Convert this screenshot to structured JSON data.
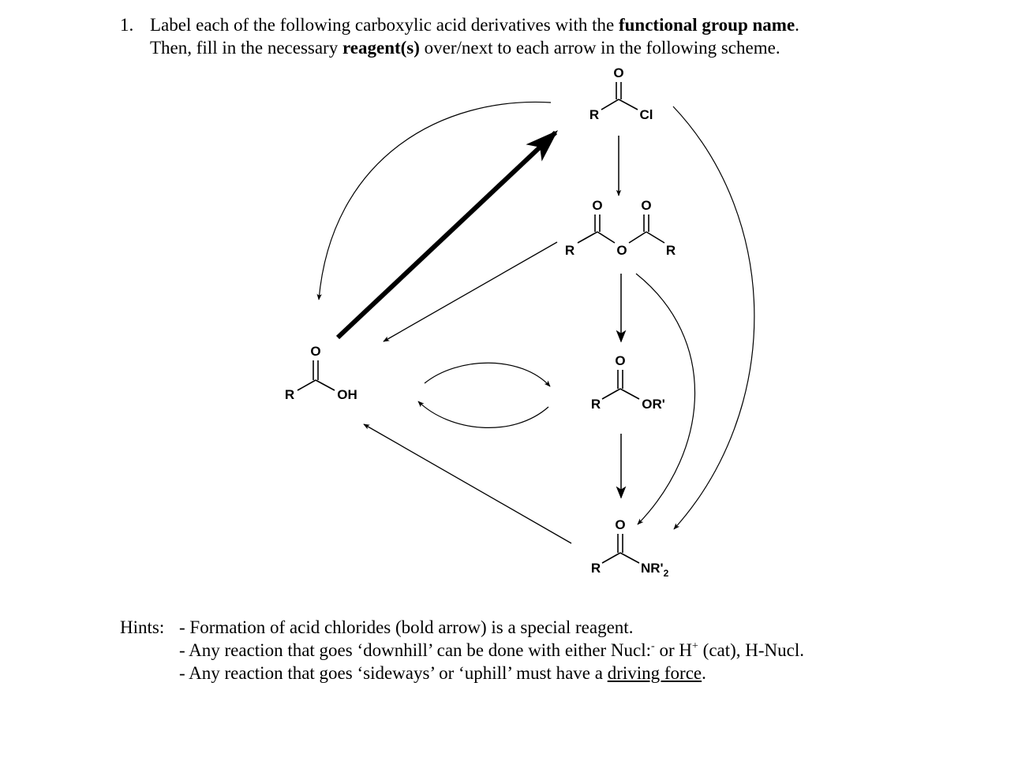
{
  "question": {
    "number": "1.",
    "line1_pre": "Label each of the following carboxylic acid derivatives with the ",
    "line1_bold": "functional group name",
    "line1_post": ".",
    "line2_pre": "Then, fill in the necessary ",
    "line2_bold": "reagent(s)",
    "line2_post": " over/next to each arrow in the following scheme."
  },
  "structures": {
    "acid_chloride": {
      "r": "R",
      "o": "O",
      "x": "Cl"
    },
    "anhydride": {
      "r1": "R",
      "o1": "O",
      "o_bridge": "O",
      "o2": "O",
      "r2": "R"
    },
    "carboxylic_acid": {
      "r": "R",
      "o": "O",
      "x": "OH"
    },
    "ester": {
      "r": "R",
      "o": "O",
      "x": "OR'"
    },
    "amide": {
      "r": "R",
      "o": "O",
      "x": "NR'",
      "sub": "2"
    }
  },
  "hints": {
    "label": "Hints:",
    "h1": "- Formation of acid chlorides (bold arrow) is a special reagent.",
    "h2_pre": "- Any reaction that goes ‘downhill’ can be done with either Nucl:",
    "h2_sup1": "-",
    "h2_mid": " or H",
    "h2_sup2": "+",
    "h2_post": " (cat), H-Nucl.",
    "h3_pre": "- Any reaction that goes ‘sideways’ or ‘uphill’ must have a ",
    "h3_underline": "driving force",
    "h3_post": "."
  }
}
